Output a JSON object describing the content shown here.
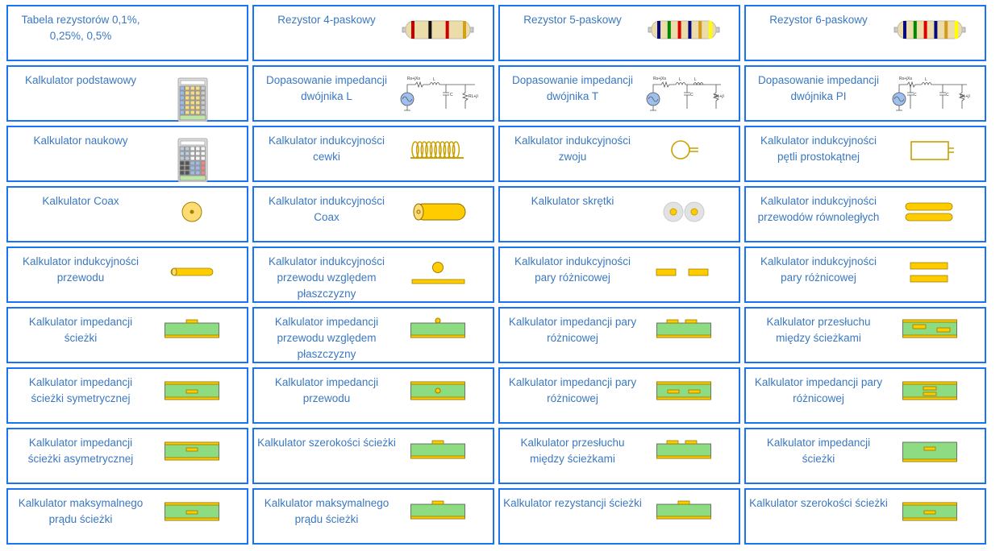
{
  "colors": {
    "border": "#1a73f0",
    "text": "#3b78c0",
    "board": "#8ddc82",
    "copper": "#ffcc00"
  },
  "cards": [
    {
      "title": "Tabela rezystorów 0,1%, 0,25%, 0,5%",
      "icon": "none"
    },
    {
      "title": "Rezystor 4-paskowy",
      "icon": "resistor-4-band-icon"
    },
    {
      "title": "Rezystor 5-paskowy",
      "icon": "resistor-5-band-icon"
    },
    {
      "title": "Rezystor 6-paskowy",
      "icon": "resistor-6-band-icon"
    },
    {
      "title": "Kalkulator podstawowy",
      "icon": "calculator-icon"
    },
    {
      "title": "Dopasowanie impedancji dwójnika L",
      "icon": "circuit-l-icon"
    },
    {
      "title": "Dopasowanie impedancji dwójnika T",
      "icon": "circuit-t-icon"
    },
    {
      "title": "Dopasowanie impedancji dwójnika PI",
      "icon": "circuit-pi-icon"
    },
    {
      "title": "Kalkulator naukowy",
      "icon": "scientific-calculator-icon"
    },
    {
      "title": "Kalkulator indukcyjności cewki",
      "icon": "coil-icon"
    },
    {
      "title": "Kalkulator indukcyjności zwoju",
      "icon": "loop-icon"
    },
    {
      "title": "Kalkulator indukcyjności pętli prostokątnej",
      "icon": "rect-loop-icon"
    },
    {
      "title": "Kalkulator Coax",
      "icon": "coax-end-icon"
    },
    {
      "title": "Kalkulator indukcyjności Coax",
      "icon": "coax-cylinder-icon"
    },
    {
      "title": "Kalkulator skrętki",
      "icon": "twisted-pair-icon"
    },
    {
      "title": "Kalkulator indukcyjności przewodów równoległych",
      "icon": "parallel-wires-icon"
    },
    {
      "title": "Kalkulator indukcyjności przewodu",
      "icon": "wire-icon"
    },
    {
      "title": "Kalkulator indukcyjności przewodu względem płaszczyzny",
      "icon": "wire-over-plane-icon"
    },
    {
      "title": "Kalkulator indukcyjności pary różnicowej",
      "icon": "diff-pair-side-icon"
    },
    {
      "title": "Kalkulator indukcyjności pary różnicowej",
      "icon": "diff-pair-stacked-icon"
    },
    {
      "title": "Kalkulator impedancji ścieżki",
      "icon": "microstrip-icon"
    },
    {
      "title": "Kalkulator impedancji przewodu względem płaszczyzny",
      "icon": "wire-microstrip-icon"
    },
    {
      "title": "Kalkulator impedancji pary różnicowej",
      "icon": "diff-microstrip-icon"
    },
    {
      "title": "Kalkulator przesłuchu między ścieżkami",
      "icon": "crosstalk-stripline-icon"
    },
    {
      "title": "Kalkulator impedancji ścieżki symetrycznej",
      "icon": "stripline-icon"
    },
    {
      "title": "Kalkulator impedancji przewodu",
      "icon": "wire-stripline-icon"
    },
    {
      "title": "Kalkulator impedancji pary różnicowej",
      "icon": "edge-coupled-stripline-icon"
    },
    {
      "title": "Kalkulator impedancji pary różnicowej",
      "icon": "broadside-stripline-icon"
    },
    {
      "title": "Kalkulator impedancji ścieżki asymetrycznej",
      "icon": "asym-stripline-icon"
    },
    {
      "title": "Kalkulator szerokości ścieżki",
      "icon": "microstrip-icon"
    },
    {
      "title": "Kalkulator przesłuchu między ścieżkami",
      "icon": "diff-microstrip-icon"
    },
    {
      "title": "Kalkulator impedancji ścieżki",
      "icon": "embedded-microstrip-icon"
    },
    {
      "title": "Kalkulator maksymalnego prądu ścieżki",
      "icon": "stripline-icon"
    },
    {
      "title": "Kalkulator maksymalnego prądu ścieżki",
      "icon": "microstrip-icon"
    },
    {
      "title": "Kalkulator rezystancji ścieżki",
      "icon": "microstrip-icon"
    },
    {
      "title": "Kalkulator szerokości ścieżki",
      "icon": "stripline-icon"
    }
  ]
}
